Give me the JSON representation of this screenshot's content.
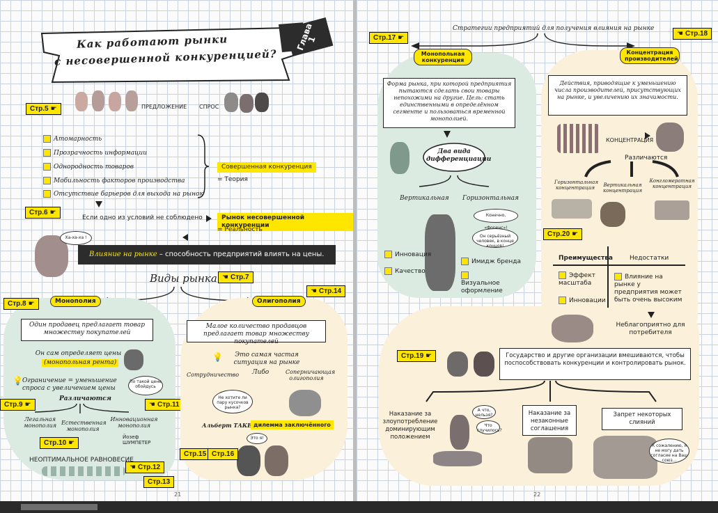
{
  "left": {
    "chapter": "Глава 1",
    "title_line1": "Как работают рынки",
    "title_line2": "с несовершенной конкуренцией?",
    "supply": "ПРЕДЛОЖЕНИЕ",
    "demand": "СПРОС",
    "conditions": [
      "Атомарность",
      "Прозрачность информации",
      "Однородность товаров",
      "Мобильность факторов производства",
      "Отсутствие барьеров для выхода на рынок"
    ],
    "perfect": "Совершенная конкуренция",
    "theory": "= Теория",
    "if_not": "Если одно из условий не соблюдено",
    "imperfect": "Рынок несовершенной конкуренции",
    "reality": "= Реальность",
    "laugh": "Ха-ха-ха !",
    "influence_term": "Влияние на рынке",
    "influence_def": " – способность предприятий влиять на цены.",
    "market_types": "Виды рынка",
    "monopoly": "Монополия",
    "oligopoly": "Олигополия",
    "mono_box": "Один продавец предлагает товар множеству покупателей",
    "mono_price": "Он сам определяет цены",
    "mono_rent": "(монопольная рента)",
    "mono_limit": "Ограничение = уменьшение спроса с увеличением цены",
    "price_bubble": "По такой цене обойдусь",
    "distinguished": "Различаются",
    "mono_types": [
      "Легальная монополия",
      "Естественная монополия",
      "Инновационная монополия"
    ],
    "schumpeter": "Йозеф ШУМПЕТЕР",
    "suboptimal": "НЕОПТИМАЛЬНОЕ РАВНОВЕСИЕ",
    "oligo_box": "Малое количество продавцов предлагает товар множеству покупателей",
    "oligo_note": "Это самая частая ситуация на рынке",
    "cooperation": "Сотрудничество",
    "either": "Либо",
    "competition": "Соперничающая олигополия",
    "pieces_bubble": "Не хотите ли пару кусочков рынка?",
    "tucker": "Альберт ТАКЕР:",
    "dilemma": "дилемма заключённого",
    "eto_bubble": "Это я!",
    "page_number": "21"
  },
  "right": {
    "strategies": "Стратегии предприятий для получения влияния на рынке",
    "mono_comp": "Монопольная конкуренция",
    "concentration": "Концентрация производителей",
    "mono_comp_box": "Форма рынка, при которой предприятия пытаются сделать свои товары непохожими на другие. Цель: стать единственными в определённом сегменте и пользоваться временной монополией.",
    "two_types": "Два вида дифференциации",
    "vertical": "Вертикальная",
    "horizontal": "Горизонтальная",
    "bubble1": "Конечно, «Форенс»!",
    "bubble2": "Он серьёзный человек, в конце концов!",
    "diff_left": [
      "Инновация",
      "Качество"
    ],
    "diff_right": [
      "Имидж бренда",
      "Визуальное оформление"
    ],
    "conc_box": "Действия, приводящие к уменьшению числа производителей, присутствующих на рынке, и увеличению их значимости.",
    "conc_label": "КОНЦЕНТРАЦИЯ",
    "distinguished": "Различаются",
    "conc_types": [
      "Горизонтальная концентрация",
      "Вертикальная концентрация",
      "Конгломератная концентрация"
    ],
    "adv_head": "Преимущества",
    "dis_head": "Недостатки",
    "adv": [
      "Эффект масштаба",
      "Инновации"
    ],
    "dis": "Влияние на рынке у предприятия может быть очень высоким",
    "unfav": "Неблагоприятно для потребителя",
    "gov_box": "Государство и другие организации вмешиваются, чтобы поспособствовать конкуренции и контролировать рынок.",
    "gov_items": [
      "Наказание за злоупотребление доминирующим положением",
      "Наказание за незаконные соглашения",
      "Запрет некоторых слияний"
    ],
    "bubble_what": "А что, нельзя?",
    "bubble_what2": "Что случилось?",
    "bubble_sad": "К сожалению, я не могу дать согласие на Ваш союз...",
    "page_number": "22"
  },
  "tags": {
    "p5": "Стр.5",
    "p6": "Стр.6",
    "p7": "Стр.7",
    "p8": "Стр.8",
    "p9": "Стр.9",
    "p10": "Стр.10",
    "p11": "Стр.11",
    "p12": "Стр.12",
    "p13": "Стр.13",
    "p14": "Стр.14",
    "p15": "Стр.15",
    "p16": "Стр.16",
    "p17": "Стр.17",
    "p18": "Стр.18",
    "p19": "Стр.19",
    "p20": "Стр.20"
  },
  "colors": {
    "accent": "#ffe600",
    "green_blob": "#dcebe2",
    "peach_blob": "#fbf0d9",
    "dark_bar": "#2c2c2c"
  }
}
